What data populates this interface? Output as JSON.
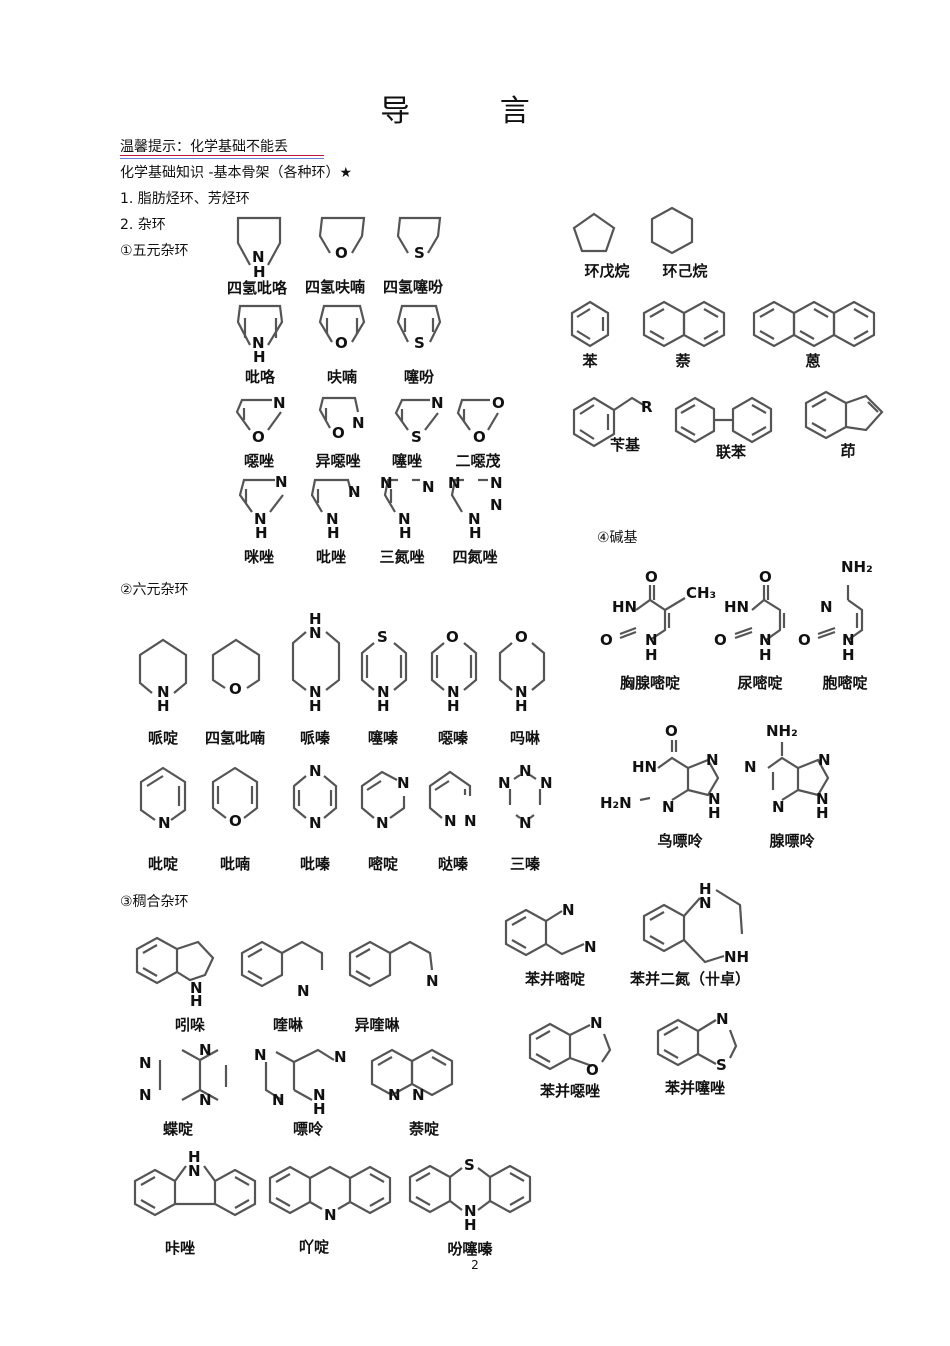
{
  "title": "导 言",
  "tip": "温馨提示：化学基础不能丢",
  "section_title": "化学基础知识 -基本骨架（各种环）★",
  "item1": "1. 脂肪烃环、芳烃环",
  "item2": "2. 杂环",
  "sub1": "①五元杂环",
  "sub2": "②六元杂环",
  "sub3": "③稠合杂环",
  "sub4": "④碱基",
  "five_ring": [
    "四氢吡咯",
    "四氢呋喃",
    "四氢噻吩",
    "吡咯",
    "呋喃",
    "噻吩",
    "噁唑",
    "异噁唑",
    "噻唑",
    "二噁茂",
    "咪唑",
    "吡唑",
    "三氮唑",
    "四氮唑"
  ],
  "carbo": [
    "环戊烷",
    "环己烷",
    "苯",
    "萘",
    "蒽",
    "苄基",
    "联苯",
    "茚"
  ],
  "six_ring": [
    "哌啶",
    "四氢吡喃",
    "哌嗪",
    "噻嗪",
    "噁嗪",
    "吗啉",
    "吡啶",
    "吡喃",
    "吡嗪",
    "嘧啶",
    "哒嗪",
    "三嗪"
  ],
  "bases": [
    "胸腺嘧啶",
    "尿嘧啶",
    "胞嘧啶",
    "鸟嘌呤",
    "腺嘌呤"
  ],
  "fused": [
    "吲哚",
    "喹啉",
    "异喹啉",
    "苯并嘧啶",
    "苯并二氮（卄卓）",
    "蝶啶",
    "嘌呤",
    "萘啶",
    "苯并噁唑",
    "苯并噻唑",
    "咔唑",
    "吖啶",
    "吩噻嗪"
  ],
  "atoms": {
    "N": "N",
    "O": "O",
    "S": "S",
    "H": "H",
    "R": "R",
    "NH": "NH",
    "HN": "HN",
    "NH2": "NH₂",
    "CH3": "CH₃",
    "H2N": "H₂N"
  },
  "page_number": "2"
}
